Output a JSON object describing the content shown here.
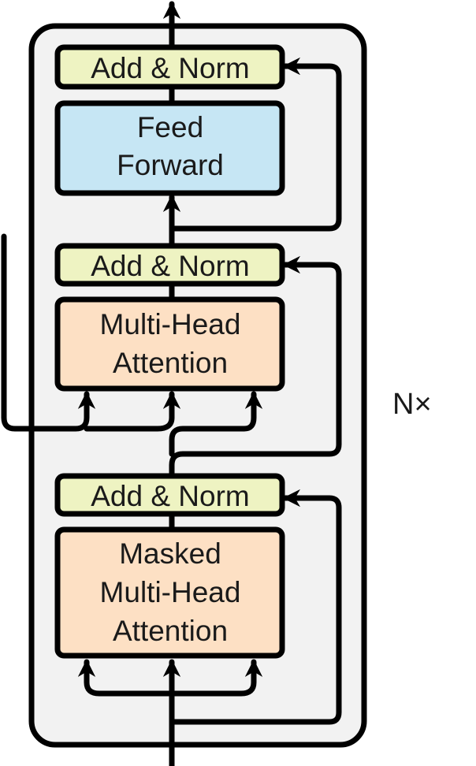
{
  "colors": {
    "add_norm": "#eef3c2",
    "feed_forward": "#c6e6f4",
    "attention": "#fde0c4",
    "panel": "#f2f2f2",
    "stroke": "#000000"
  },
  "layers": {
    "top_norm": "Add & Norm",
    "feed_forward": [
      "Feed",
      "Forward"
    ],
    "middle_norm": "Add & Norm",
    "cross_attention": [
      "Multi-Head",
      "Attention"
    ],
    "bottom_norm": "Add & Norm",
    "masked_attention": [
      "Masked",
      "Multi-Head",
      "Attention"
    ]
  },
  "repeat_label": "N×"
}
